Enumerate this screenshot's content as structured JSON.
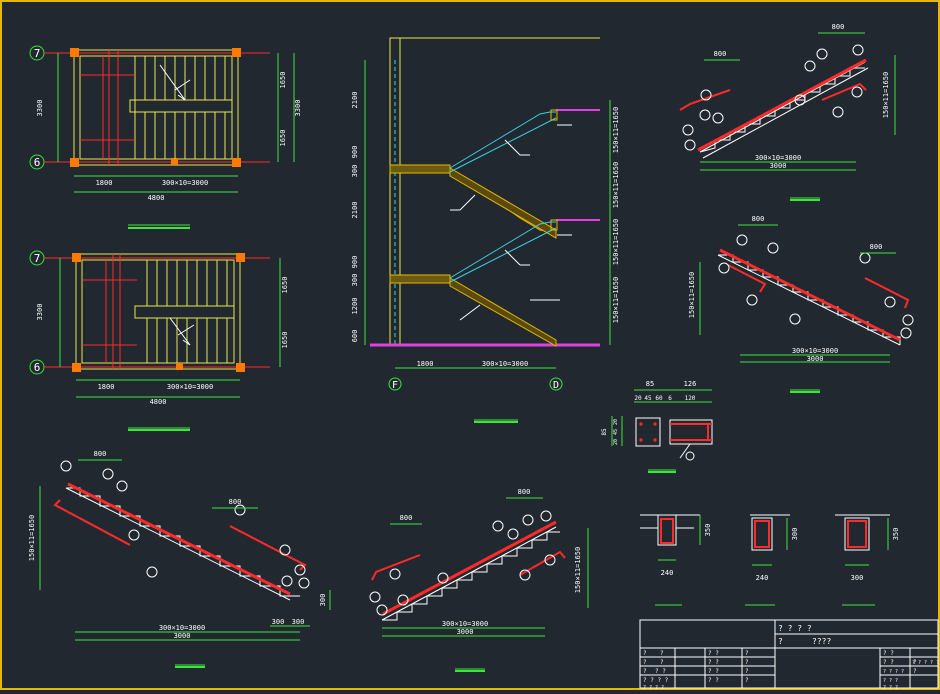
{
  "colors": {
    "background": "#212830",
    "frame": "#e6b800",
    "wall": "#e8e84c",
    "column": "#ff7a00",
    "beam": "#ff2a2a",
    "dimension": "#39e639",
    "stair_section": "#38d3e6",
    "hatch": "#d9a600",
    "slab_magenta": "#e040e0",
    "text": "#ffffff",
    "leader": "#ffffff"
  },
  "plan_upper": {
    "axis_top": "7",
    "axis_bottom": "6",
    "dim_left": "3300",
    "dim_right_1": "1650",
    "dim_right_2": "1650",
    "dim_right_total": "3300",
    "dim_bottom_1": "1800",
    "dim_bottom_2": "300×10=3000",
    "dim_bottom_total": "4800"
  },
  "plan_lower": {
    "axis_top": "7",
    "axis_bottom": "6",
    "dim_left": "3300",
    "dim_right_1": "1650",
    "dim_right_2": "1650",
    "dim_bottom_1": "1800",
    "dim_bottom_2": "300×10=3000",
    "dim_bottom_total": "4800"
  },
  "section": {
    "axis_left": "F",
    "axis_right": "D",
    "dims_left": [
      "2100",
      "900",
      "300",
      "2100",
      "900",
      "300",
      "1200",
      "600"
    ],
    "dims_right": [
      "150×11=1650",
      "150×11=1650",
      "150×11=1650",
      "150×11=1650"
    ],
    "dim_bottom_1": "1800",
    "dim_bottom_2": "300×10=3000"
  },
  "flight_a": {
    "dim_top": "800",
    "dim_top_2": "800",
    "dim_side": "150×11=1650",
    "dim_bottom_1": "300×10=3000",
    "dim_bottom_total": "3000"
  },
  "flight_b": {
    "dim_top": "800",
    "dim_top_2": "800",
    "dim_side": "150×11=1650",
    "dim_bottom_1": "300×10=3000",
    "dim_bottom_total": "3000"
  },
  "flight_c": {
    "dim_top": "800",
    "dim_top_2": "800",
    "dim_side": "150×11=1650",
    "dim_bottom_1": "300×10=3000",
    "dim_bottom_total": "3000",
    "dim_small_1": "300",
    "dim_small_2": "300",
    "dim_small_3": "300"
  },
  "flight_d": {
    "dim_top": "800",
    "dim_top_2": "800",
    "dim_side": "150×11=1650",
    "dim_bottom_1": "300×10=3000",
    "dim_bottom_total": "3000"
  },
  "detail_beam": {
    "dim_top_1": "85",
    "dim_top_2": "126",
    "dim_sub": [
      "20",
      "45",
      "60",
      "6",
      "120"
    ],
    "dim_left": "85",
    "dim_left_sub": [
      "20",
      "45",
      "20"
    ]
  },
  "sections_small": [
    {
      "height": "350",
      "width": "240"
    },
    {
      "height": "300",
      "width": "240"
    },
    {
      "height": "350",
      "width": "300"
    }
  ],
  "title_block": {
    "title_1": "? ? ? ?",
    "title_2": "?",
    "title_3": "????",
    "cells_left": [
      "?",
      "?",
      "?",
      "?",
      "?",
      "? ?",
      "? ? ? ?",
      "? ? ? ?"
    ],
    "cells_mid": [
      "? ?",
      "? ?",
      "? ?",
      "? ?"
    ],
    "cells_mid2": [
      "?",
      "?",
      "?",
      "?"
    ],
    "cells_right": [
      "? ?",
      "? ?",
      "? ? ? ?",
      "? ? ?",
      "? ? ?"
    ],
    "cells_right2": [
      "?",
      "?",
      "? ? ? ? ?"
    ]
  }
}
